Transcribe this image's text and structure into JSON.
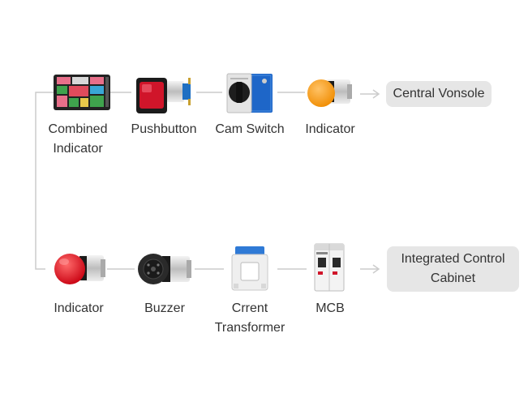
{
  "rows": [
    {
      "components": [
        {
          "label": "Combined\nIndicator",
          "icon": "combined-indicator-icon"
        },
        {
          "label": "Pushbutton",
          "icon": "pushbutton-icon"
        },
        {
          "label": "Cam Switch",
          "icon": "cam-switch-icon"
        },
        {
          "label": "Indicator",
          "icon": "indicator-orange-icon"
        }
      ],
      "destination": "Central Vonsole"
    },
    {
      "components": [
        {
          "label": "Indicator",
          "icon": "indicator-red-icon"
        },
        {
          "label": "Buzzer",
          "icon": "buzzer-icon"
        },
        {
          "label": "Crrent\nTransformer",
          "icon": "current-transformer-icon"
        },
        {
          "label": "MCB",
          "icon": "mcb-icon"
        }
      ],
      "destination": "Integrated Control\nCabinet"
    }
  ],
  "colors": {
    "connector": "#cccccc",
    "destination_bg": "#e6e6e6",
    "text": "#333333"
  }
}
